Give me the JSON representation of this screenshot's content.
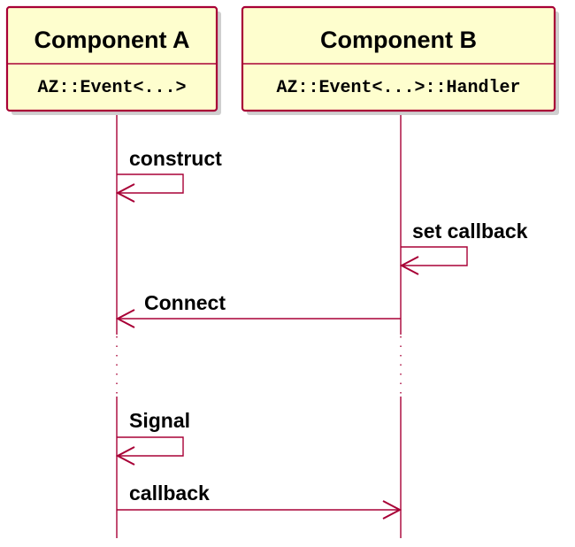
{
  "participants": [
    {
      "title": "Component A",
      "class": "AZ::Event<...>"
    },
    {
      "title": "Component B",
      "class": "AZ::Event<...>::Handler"
    }
  ],
  "messages": [
    {
      "from": 0,
      "to": 0,
      "label": "construct"
    },
    {
      "from": 1,
      "to": 1,
      "label": "set callback"
    },
    {
      "from": 1,
      "to": 0,
      "label": "Connect"
    },
    {
      "divider": "delay"
    },
    {
      "from": 0,
      "to": 0,
      "label": "Signal"
    },
    {
      "from": 0,
      "to": 1,
      "label": "callback"
    }
  ],
  "colors": {
    "border": "#A80036",
    "fill": "#FEFECE",
    "text": "#000000"
  }
}
